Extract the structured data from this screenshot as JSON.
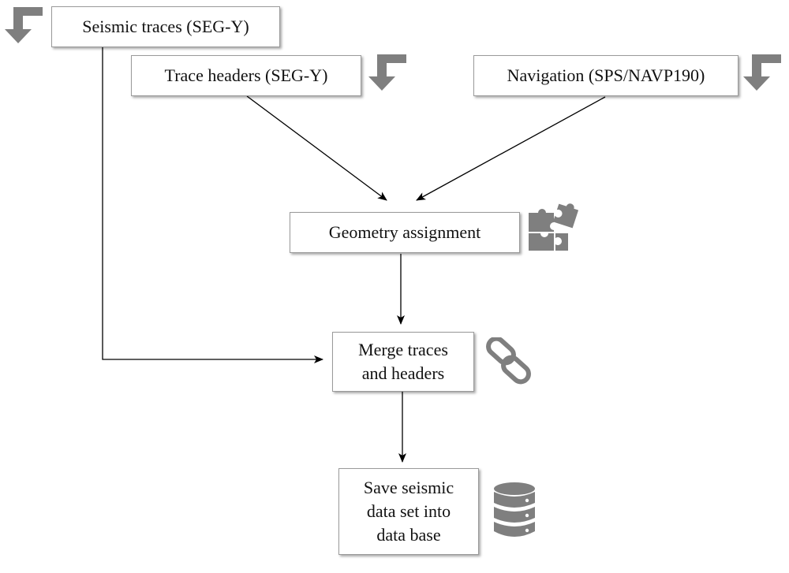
{
  "nodes": {
    "seismic_traces": "Seismic traces (SEG-Y)",
    "trace_headers": "Trace headers (SEG-Y)",
    "navigation": "Navigation (SPS/NAVP190)",
    "geometry": "Geometry assignment",
    "merge": [
      "Merge traces",
      "and headers"
    ],
    "save": [
      "Save seismic",
      "data set into",
      "data base"
    ]
  },
  "icons": {
    "input": "import-arrow-icon",
    "geometry": "puzzle-icon",
    "merge": "chain-link-icon",
    "save": "database-icon"
  },
  "colors": {
    "icon": "#7f7f7f",
    "line": "#000000",
    "border": "#9a9a9a"
  }
}
